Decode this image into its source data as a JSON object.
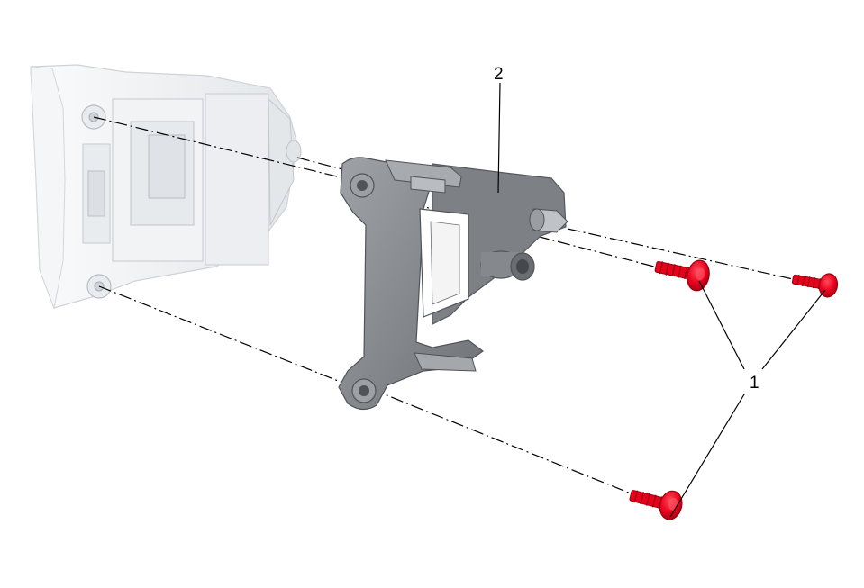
{
  "diagram": {
    "callouts": [
      {
        "id": "screws",
        "label": "1"
      },
      {
        "id": "bracket",
        "label": "2"
      }
    ],
    "colors": {
      "screw": "#e8001c",
      "screw_dark": "#9a0010",
      "bracket": "#8a8d91",
      "bracket_dark": "#5c5f63",
      "bracket_light": "#b4b7bb",
      "module": "#eef0f2",
      "module_edge": "#c9cdd2"
    }
  }
}
